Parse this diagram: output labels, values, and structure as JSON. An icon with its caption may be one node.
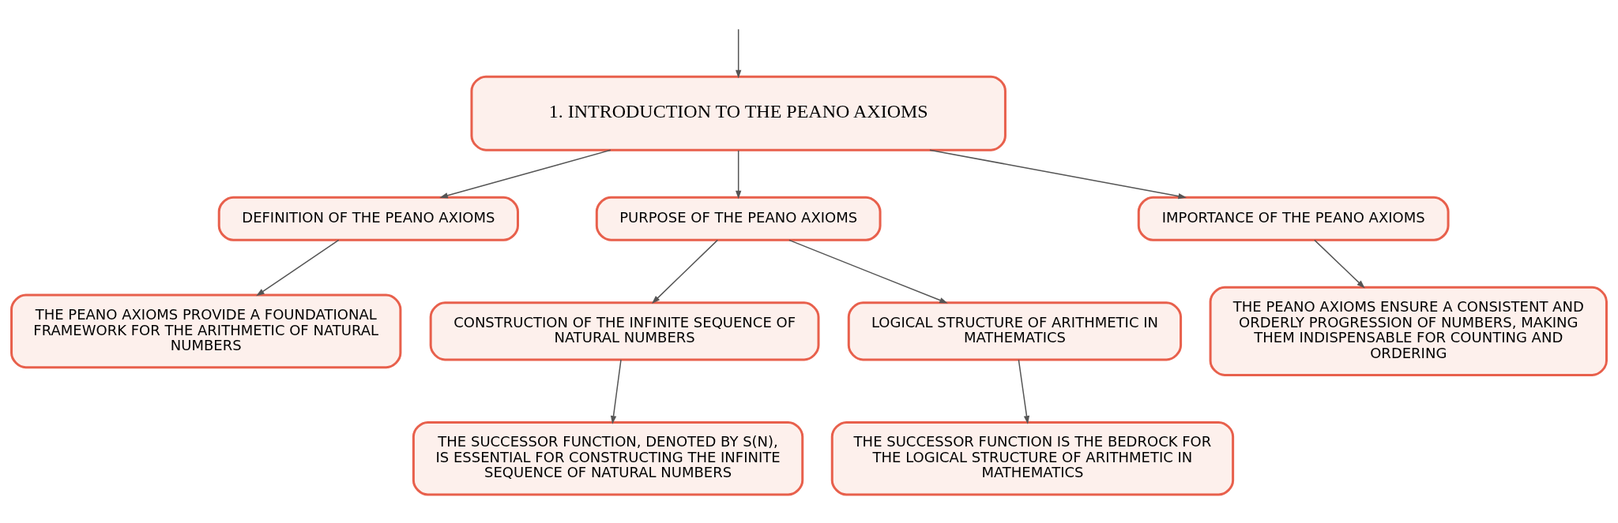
{
  "diagram": {
    "nodes": [
      {
        "text": [
          "1. INTRODUCTION TO THE PEANO AXIOMS"
        ]
      },
      {
        "text": [
          "DEFINITION OF THE PEANO AXIOMS"
        ]
      },
      {
        "text": [
          "PURPOSE OF THE PEANO AXIOMS"
        ]
      },
      {
        "text": [
          "IMPORTANCE OF THE PEANO AXIOMS"
        ]
      },
      {
        "text": [
          "THE PEANO AXIOMS PROVIDE A FOUNDATIONAL FRAMEWORK FOR THE ARITHMETIC OF NATURAL NUMBERS"
        ]
      },
      {
        "text": [
          "CONSTRUCTION OF THE INFINITE SEQUENCE OF NATURAL NUMBERS"
        ]
      },
      {
        "text": [
          "LOGICAL STRUCTURE OF ARITHMETIC IN MATHEMATICS"
        ]
      },
      {
        "text": [
          "THE PEANO AXIOMS ENSURE A CONSISTENT AND ORDERLY PROGRESSION OF NUMBERS, MAKING THEM INDISPENSABLE FOR COUNTING AND ORDERING"
        ]
      },
      {
        "text": [
          "THE SUCCESSOR FUNCTION, DENOTED BY S(N), IS ESSENTIAL FOR CONSTRUCTING THE INFINITE SEQUENCE OF NATURAL NUMBERS"
        ]
      },
      {
        "text": [
          "THE SUCCESSOR FUNCTION IS THE BEDROCK FOR THE LOGICAL STRUCTURE OF ARITHMETIC IN MATHEMATICS"
        ]
      }
    ],
    "edges": [
      {
        "from": null,
        "to": 0,
        "arrow": "to"
      },
      {
        "from": 0,
        "to": 1,
        "arrow": "to"
      },
      {
        "from": 0,
        "to": 2,
        "arrow": "to"
      },
      {
        "from": 0,
        "to": 3,
        "arrow": "to"
      },
      {
        "from": 1,
        "to": 4,
        "arrow": "to"
      },
      {
        "from": 2,
        "to": 5,
        "arrow": "to"
      },
      {
        "from": 2,
        "to": 6,
        "arrow": "to"
      },
      {
        "from": 3,
        "to": 7,
        "arrow": "to"
      },
      {
        "from": 5,
        "to": 8,
        "arrow": "to"
      },
      {
        "from": 6,
        "to": 9,
        "arrow": "to"
      }
    ]
  }
}
